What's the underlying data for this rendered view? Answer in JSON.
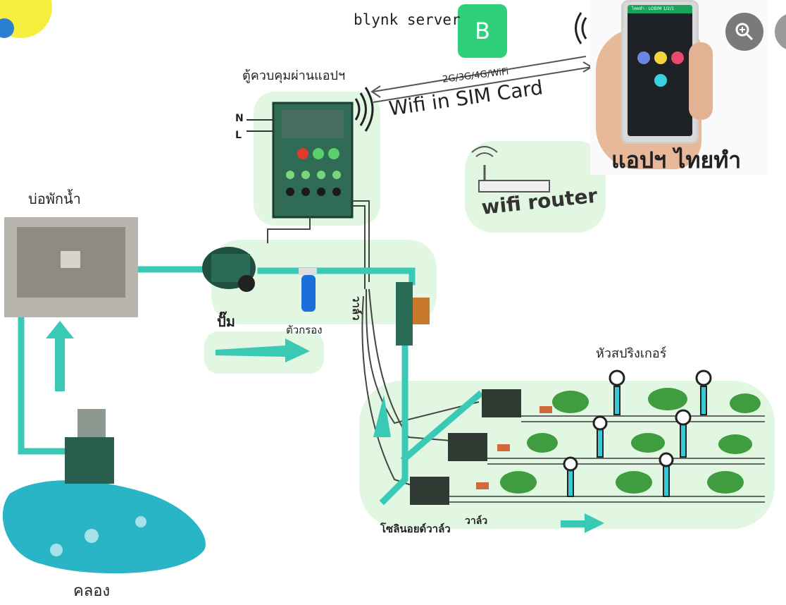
{
  "labels": {
    "blynk_server": "blynk server",
    "blynk_logo_letter": "B",
    "control_box": "ตู้ควบคุมผ่านแอปฯ",
    "network_bands": "2G/3G/4G/WiFi",
    "wifi_sim": "Wifi in SIM Card",
    "thai_app": "แอปฯ ไทยทำ",
    "wifi_router": "wifi router",
    "reservoir": "บ่อพักน้ำ",
    "pump": "ปั๊ม",
    "filter": "ตัวกรอง",
    "pipe_vertical": "วาล์ว",
    "sprinkler_heads": "หัวสปริงเกอร์",
    "solenoid_valve": "โซลินอยด์วาล์ว",
    "valve": "วาล์ว",
    "canal": "คลอง",
    "n_label": "N",
    "l_label": "L"
  },
  "phone_screen": {
    "title": "ไทยทำ : LOBIM 1/2/1"
  },
  "colors": {
    "pipe": "#3ac9b5",
    "arrow": "#3ac9b5",
    "glow": "#d6f5d6",
    "box": "#2f6b55",
    "blynk": "#2fd07a",
    "water": "#29b5c6"
  },
  "icons": {
    "zoom": "zoom-in-icon"
  }
}
